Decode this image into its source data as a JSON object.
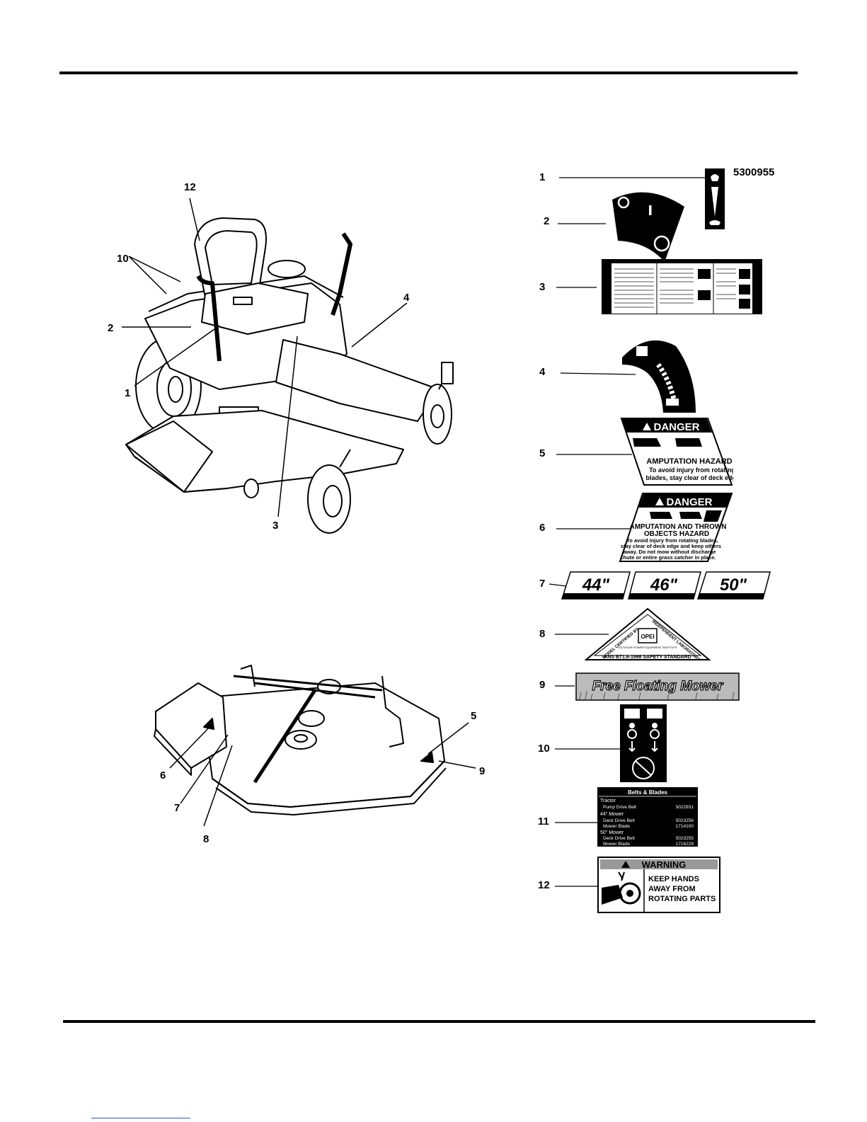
{
  "page": {
    "part_number": "5300955"
  },
  "mower_callouts": [
    "12",
    "10",
    "2",
    "1",
    "4",
    "3"
  ],
  "deck_callouts": [
    "5",
    "9",
    "6",
    "7",
    "8"
  ],
  "decal_callouts": [
    "1",
    "2",
    "3",
    "4",
    "5",
    "6",
    "7",
    "8",
    "9",
    "10",
    "11",
    "12"
  ],
  "decals": {
    "d2_ignition": {
      "off": "O",
      "on": "I"
    },
    "d5": {
      "header": "DANGER",
      "title": "AMPUTATION HAZARD",
      "line1": "To avoid injury from rotating",
      "line2": "blades, stay clear of deck edge."
    },
    "d6": {
      "header": "DANGER",
      "title1": "AMPUTATION AND THROWN",
      "title2": "OBJECTS HAZARD",
      "line1": "To avoid injury from rotating blades,",
      "line2": "stay clear of deck edge and keep others",
      "line3": "away.  Do not mow without discharge",
      "line4": "chute or entire grass catcher in place."
    },
    "d7": {
      "size1": "44\"",
      "size2": "46\"",
      "size3": "50\""
    },
    "d8": {
      "left_text": "MODEL CERTIFIED BY",
      "right_text": "INDEPENDENT LABORATORY",
      "logo": "OPEI",
      "small": "OUTDOOR POWER EQUIPMENT INSTITUTE",
      "bottom": "ANS B71.6-1998 SAFETY STANDARD"
    },
    "d9": {
      "text": "Free Floating Mower"
    },
    "d11": {
      "title": "Belts & Blades",
      "section1": "Tractor",
      "row1_label": "Pump Drive Belt",
      "row1_value": "5022931",
      "section2": "44\" Mower",
      "row2_label": "Deck Drive Belt",
      "row2_value": "5023256",
      "row3_label": "Mower Blade",
      "row3_value": "1714100",
      "section3": "50\" Mower",
      "row4_label": "Deck Drive Belt",
      "row4_value": "5023255",
      "row5_label": "Mower Blade",
      "row5_value": "1716229"
    },
    "d12": {
      "header": "WARNING",
      "line1": "KEEP HANDS",
      "line2": "AWAY FROM",
      "line3": "ROTATING PARTS"
    }
  }
}
